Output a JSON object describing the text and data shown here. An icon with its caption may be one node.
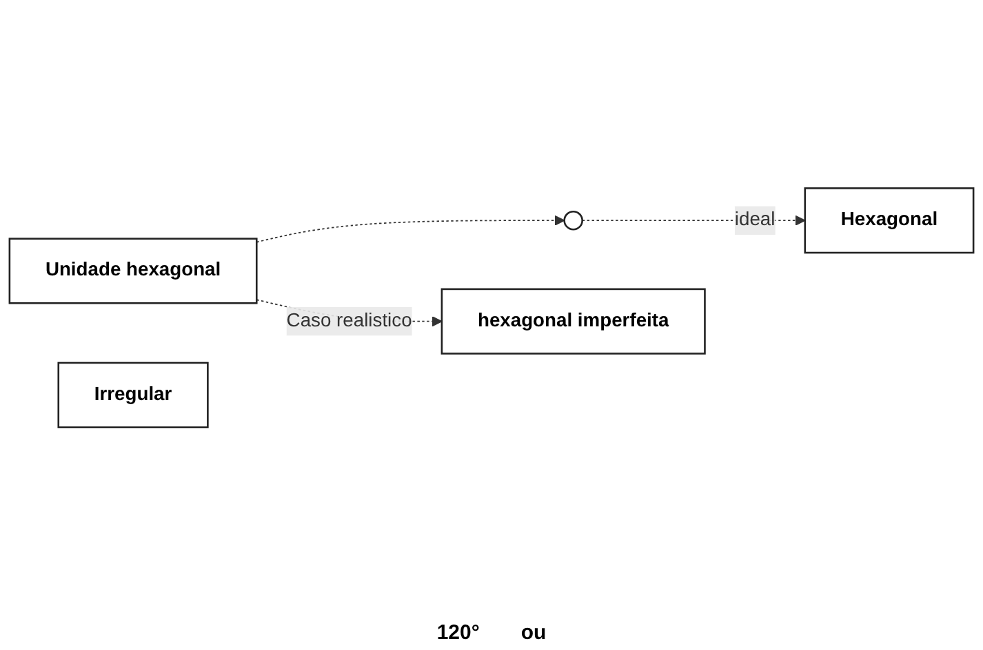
{
  "diagram": {
    "nodes": [
      {
        "text": [
          "Unidade hexagonal"
        ]
      },
      {
        "text": [],
        "shape": "circle"
      },
      {
        "text": [
          "Hexagonal"
        ]
      },
      {
        "text": [
          "hexagonal imperfeita"
        ]
      },
      {
        "text": [
          "Irregular"
        ]
      }
    ],
    "edges": [
      {
        "from": 0,
        "to": 1,
        "arrow": "to",
        "style": "dashed"
      },
      {
        "from": 1,
        "to": 2,
        "arrow": "to",
        "label": "ideal",
        "style": "dashed"
      },
      {
        "from": 0,
        "to": 3,
        "arrow": "to",
        "label": "Caso realistico",
        "style": "dashed"
      }
    ],
    "labels": [
      "120°",
      "ou"
    ]
  }
}
